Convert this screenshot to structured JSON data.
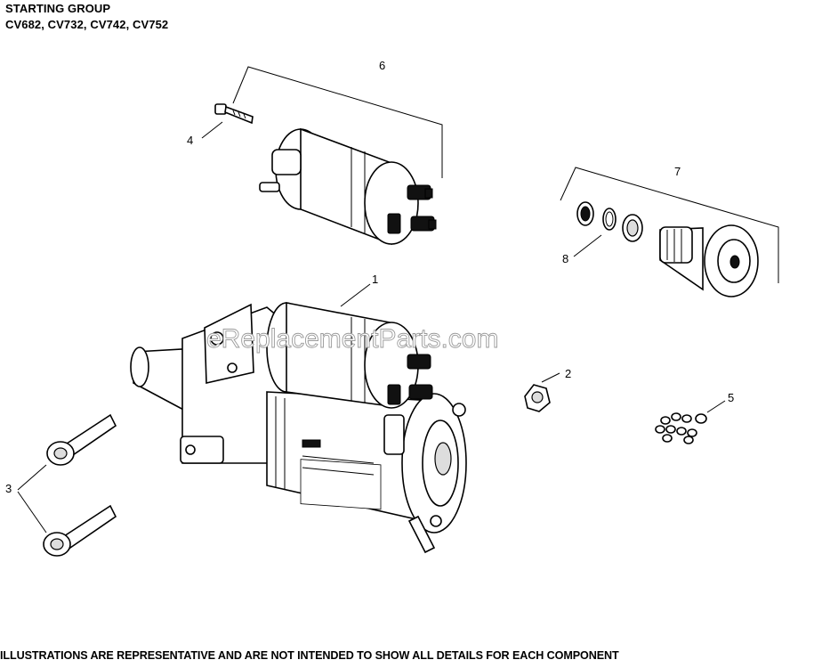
{
  "header": {
    "title": "STARTING GROUP",
    "subtitle": "CV682, CV732, CV742, CV752"
  },
  "footer": {
    "disclaimer": "ILLUSTRATIONS ARE REPRESENTATIVE AND ARE NOT INTENDED TO SHOW ALL DETAILS FOR EACH COMPONENT"
  },
  "watermark": "eReplacementParts.com",
  "callouts": [
    "1",
    "2",
    "3",
    "4",
    "5",
    "6",
    "7",
    "8"
  ],
  "colors": {
    "line": "#000000",
    "background": "#ffffff",
    "watermark": "#9a9a9a"
  }
}
